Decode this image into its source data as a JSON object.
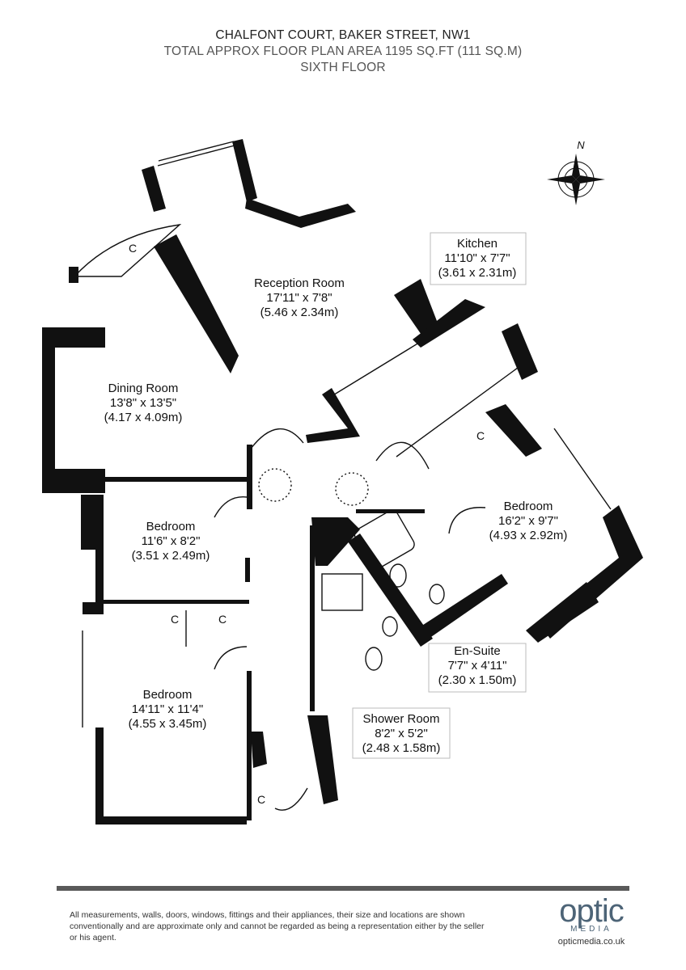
{
  "header": {
    "address": "CHALFONT COURT, BAKER STREET, NW1",
    "area": "TOTAL APPROX FLOOR PLAN AREA 1195 SQ.FT (111 SQ.M)",
    "floor": "SIXTH FLOOR"
  },
  "compass": {
    "label": "N"
  },
  "rooms": {
    "reception": {
      "name": "Reception Room",
      "imperial": "17'11\" x 7'8\"",
      "metric": "(5.46 x 2.34m)"
    },
    "dining": {
      "name": "Dining Room",
      "imperial": "13'8\" x 13'5\"",
      "metric": "(4.17 x 4.09m)"
    },
    "kitchen": {
      "name": "Kitchen",
      "imperial": "11'10\" x 7'7\"",
      "metric": "(3.61 x 2.31m)"
    },
    "bedroom_east": {
      "name": "Bedroom",
      "imperial": "16'2\" x 9'7\"",
      "metric": "(4.93 x 2.92m)"
    },
    "bedroom_mid": {
      "name": "Bedroom",
      "imperial": "11'6\" x 8'2\"",
      "metric": "(3.51 x 2.49m)"
    },
    "bedroom_south": {
      "name": "Bedroom",
      "imperial": "14'11\" x 11'4\"",
      "metric": "(4.55 x 3.45m)"
    },
    "ensuite": {
      "name": "En-Suite",
      "imperial": "7'7\" x 4'11\"",
      "metric": "(2.30 x 1.50m)"
    },
    "shower": {
      "name": "Shower Room",
      "imperial": "8'2\" x 5'2\"",
      "metric": "(2.48 x 1.58m)"
    }
  },
  "cupboards": {
    "label": "C"
  },
  "footer": {
    "disclaimer": "All measurements, walls, doors, windows, fittings and their appliances, their size and locations are shown conventionally and are approximate only and cannot be regarded as being a representation either by the seller or his agent.",
    "logo_brand": "optic",
    "logo_media": "MEDIA",
    "logo_url": "opticmedia.co.uk"
  },
  "colors": {
    "wall": "#111111",
    "rule": "#5a5a5a",
    "brand": "#4d6477"
  }
}
